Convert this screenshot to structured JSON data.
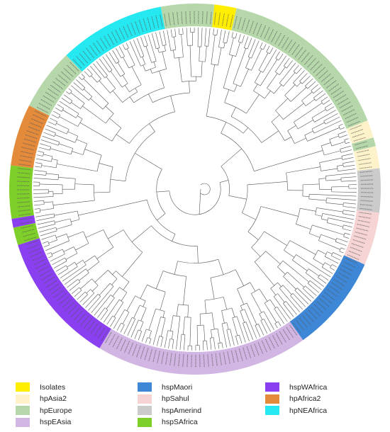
{
  "clades": [
    {
      "key": "isolates",
      "label": "Isolates",
      "color": "#ffee00"
    },
    {
      "key": "hpasia2",
      "label": "hpAsia2",
      "color": "#fdf2c9"
    },
    {
      "key": "hpeurope",
      "label": "hpEurope",
      "color": "#b5d7a9"
    },
    {
      "key": "hspeasia",
      "label": "hspEAsia",
      "color": "#d1b5e2"
    },
    {
      "key": "hspmaori",
      "label": "hspMaori",
      "color": "#3d87d6"
    },
    {
      "key": "hpsahul",
      "label": "hpSahul",
      "color": "#f6d4d4"
    },
    {
      "key": "hspamerind",
      "label": "hspAmerind",
      "color": "#cbcbcb"
    },
    {
      "key": "hspsafrica",
      "label": "hspSAfrica",
      "color": "#7fcf2a"
    },
    {
      "key": "hspwafrica",
      "label": "hspWAfrica",
      "color": "#8a3ff0"
    },
    {
      "key": "hpafrica2",
      "label": "hpAfrica2",
      "color": "#e48b3b"
    },
    {
      "key": "hpneafrica",
      "label": "hpNEAfrica",
      "color": "#26e8f0"
    }
  ],
  "ring_segments": [
    {
      "clade": "isolates",
      "tips": 5
    },
    {
      "clade": "hpeurope",
      "tips": 40
    },
    {
      "clade": "hpasia2",
      "tips": 4
    },
    {
      "clade": "hpeurope",
      "tips": 2
    },
    {
      "clade": "hpasia2",
      "tips": 5
    },
    {
      "clade": "hspamerind",
      "tips": 10
    },
    {
      "clade": "hpsahul",
      "tips": 12
    },
    {
      "clade": "hspmaori",
      "tips": 22
    },
    {
      "clade": "hspeasia",
      "tips": 48
    },
    {
      "clade": "hspwafrica",
      "tips": 30
    },
    {
      "clade": "hspsafrica",
      "tips": 4
    },
    {
      "clade": "hspwafrica",
      "tips": 2
    },
    {
      "clade": "hspsafrica",
      "tips": 12
    },
    {
      "clade": "hpafrica2",
      "tips": 14
    },
    {
      "clade": "hpeurope",
      "tips": 14
    },
    {
      "clade": "hpneafrica",
      "tips": 24
    },
    {
      "clade": "hpeurope",
      "tips": 12
    }
  ],
  "legend": {
    "columns": [
      [
        "isolates",
        "hpasia2",
        "hpeurope",
        "hspeasia"
      ],
      [
        "hspmaori",
        "hpsahul",
        "hspamerind",
        "hspsafrica"
      ],
      [
        "hspwafrica",
        "hpafrica2",
        "hpneafrica"
      ]
    ]
  }
}
